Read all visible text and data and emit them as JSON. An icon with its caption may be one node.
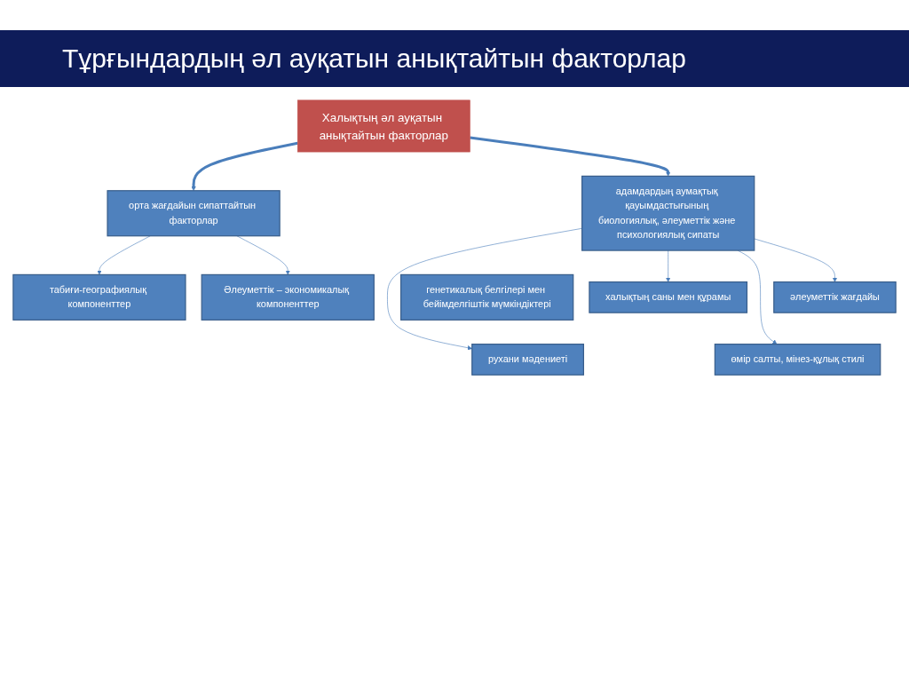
{
  "diagram": {
    "title": "Тұрғындардың әл ауқатын анықтайтын факторлар",
    "nodes": [
      {
        "text": [
          "Халықтың әл ауқатын анықтайтын факторлар"
        ]
      },
      {
        "text": [
          "орта жағдайын сипаттайтын факторлар"
        ]
      },
      {
        "text": [
          "адамдардың аумақтық қауымдастығының биологиялық, әлеуметтік және психологиялық сипаты"
        ]
      },
      {
        "text": [
          "табиғи-географиялық компоненттер"
        ]
      },
      {
        "text": [
          "Әлеуметтік – экономикалық компоненттер"
        ]
      },
      {
        "text": [
          "халықтың саны мен құрамы"
        ]
      },
      {
        "text": [
          "генетикалық белгілері мен бейімделгіштік мүмкіндіктері"
        ]
      },
      {
        "text": [
          "әлеуметтік жағдайы"
        ]
      },
      {
        "text": [
          "рухани мәдениеті"
        ]
      },
      {
        "text": [
          "өмір салты, мінез-құлық стилі"
        ]
      }
    ],
    "edges": [
      {
        "from": 0,
        "to": 1,
        "arrow": "to",
        "style": "thick"
      },
      {
        "from": 0,
        "to": 2,
        "arrow": "to",
        "style": "thick"
      },
      {
        "from": 1,
        "to": 3,
        "arrow": "to"
      },
      {
        "from": 1,
        "to": 4,
        "arrow": "to"
      },
      {
        "from": 2,
        "to": 5,
        "arrow": "to"
      },
      {
        "from": 2,
        "to": 7,
        "arrow": "to"
      },
      {
        "from": 2,
        "to": 8,
        "arrow": "to"
      },
      {
        "from": 2,
        "to": 9,
        "arrow": "to"
      }
    ]
  }
}
